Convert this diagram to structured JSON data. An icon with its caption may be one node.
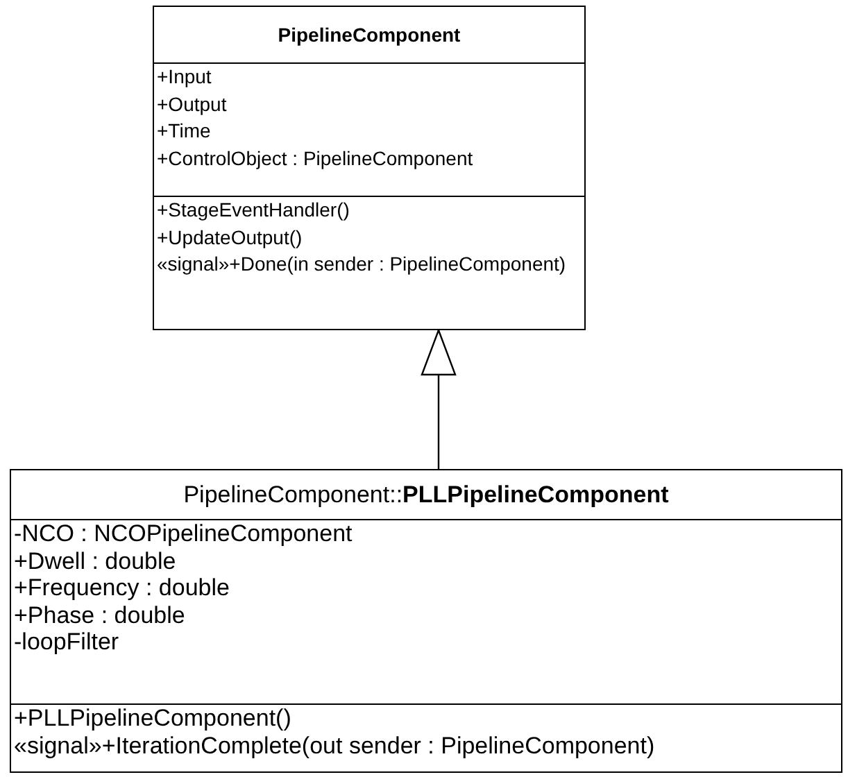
{
  "diagram": {
    "nodes": [
      {
        "text": [
          "PipelineComponent"
        ]
      },
      {
        "text": [
          "+Input",
          "+Output",
          "+Time",
          "+ControlObject : PipelineComponent"
        ],
        "in": 0
      },
      {
        "text": [
          "+StageEventHandler()",
          "+UpdateOutput()",
          "«signal»+Done(in sender : PipelineComponent)"
        ],
        "in": 0
      },
      {
        "text": [
          "PipelineComponent::**PLLPipelineComponent**"
        ]
      },
      {
        "text": [
          "-NCO : NCOPipelineComponent",
          "+Dwell : double",
          "+Frequency : double",
          "+Phase : double",
          "-loopFilter"
        ],
        "in": 3
      },
      {
        "text": [
          "+PLLPipelineComponent()",
          "«signal»+IterationComplete(out sender : PipelineComponent)"
        ],
        "in": 3
      }
    ],
    "edges": [
      {
        "from": 3,
        "to": 0,
        "arrow": "to"
      }
    ]
  }
}
